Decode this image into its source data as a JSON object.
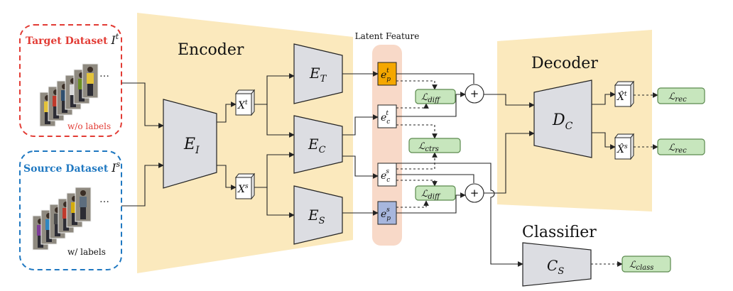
{
  "colors": {
    "encoder_bg": "#fbe9bd",
    "decoder_bg": "#fbe9bd",
    "latent_bg": "#f8d9c8",
    "block_fill": "#dcdde2",
    "loss_fill": "#c7e6bd",
    "loss_stroke": "#5b8a4e",
    "target_red": "#e23b34",
    "source_blue": "#1f78c1",
    "ep_t_fill": "#f5a700",
    "ep_s_fill": "#a7b6dd"
  },
  "target": {
    "title": "Target Dataset ",
    "symbol": "I",
    "sup": "t",
    "note": "w/o labels",
    "dots": "…"
  },
  "source": {
    "title": "Source Dataset ",
    "symbol": "I",
    "sup": "s",
    "note": "w/ labels",
    "dots": "…"
  },
  "encoder": {
    "title": "Encoder",
    "ei": {
      "main": "E",
      "sub": "I"
    },
    "et": {
      "main": "E",
      "sub": "T"
    },
    "ec": {
      "main": "E",
      "sub": "C"
    },
    "es": {
      "main": "E",
      "sub": "S"
    },
    "xt": {
      "main": "X",
      "sup": "t"
    },
    "xs": {
      "main": "X",
      "sup": "s"
    }
  },
  "latent": {
    "title": "Latent Feature",
    "ept": {
      "main": "e",
      "sub": "p",
      "sup": "t"
    },
    "ect": {
      "main": "e",
      "sub": "c",
      "sup": "t"
    },
    "ecs": {
      "main": "e",
      "sub": "c",
      "sup": "s"
    },
    "eps": {
      "main": "e",
      "sub": "p",
      "sup": "s"
    }
  },
  "losses": {
    "diff_top": {
      "main": "ℒ",
      "sub": "diff"
    },
    "ctrs": {
      "main": "ℒ",
      "sub": "ctrs"
    },
    "diff_bottom": {
      "main": "ℒ",
      "sub": "diff"
    },
    "rec_top": {
      "main": "ℒ",
      "sub": "rec"
    },
    "rec_bottom": {
      "main": "ℒ",
      "sub": "rec"
    },
    "class": {
      "main": "ℒ",
      "sub": "class"
    }
  },
  "decoder": {
    "title": "Decoder",
    "dc": {
      "main": "D",
      "sub": "C"
    },
    "xt_hat": {
      "main": "X̂",
      "sup": "t"
    },
    "xs_hat": {
      "main": "X̂",
      "sup": "s"
    }
  },
  "classifier": {
    "title": "Classifier",
    "cs": {
      "main": "C",
      "sub": "S"
    }
  },
  "ops": {
    "plus": "+"
  }
}
